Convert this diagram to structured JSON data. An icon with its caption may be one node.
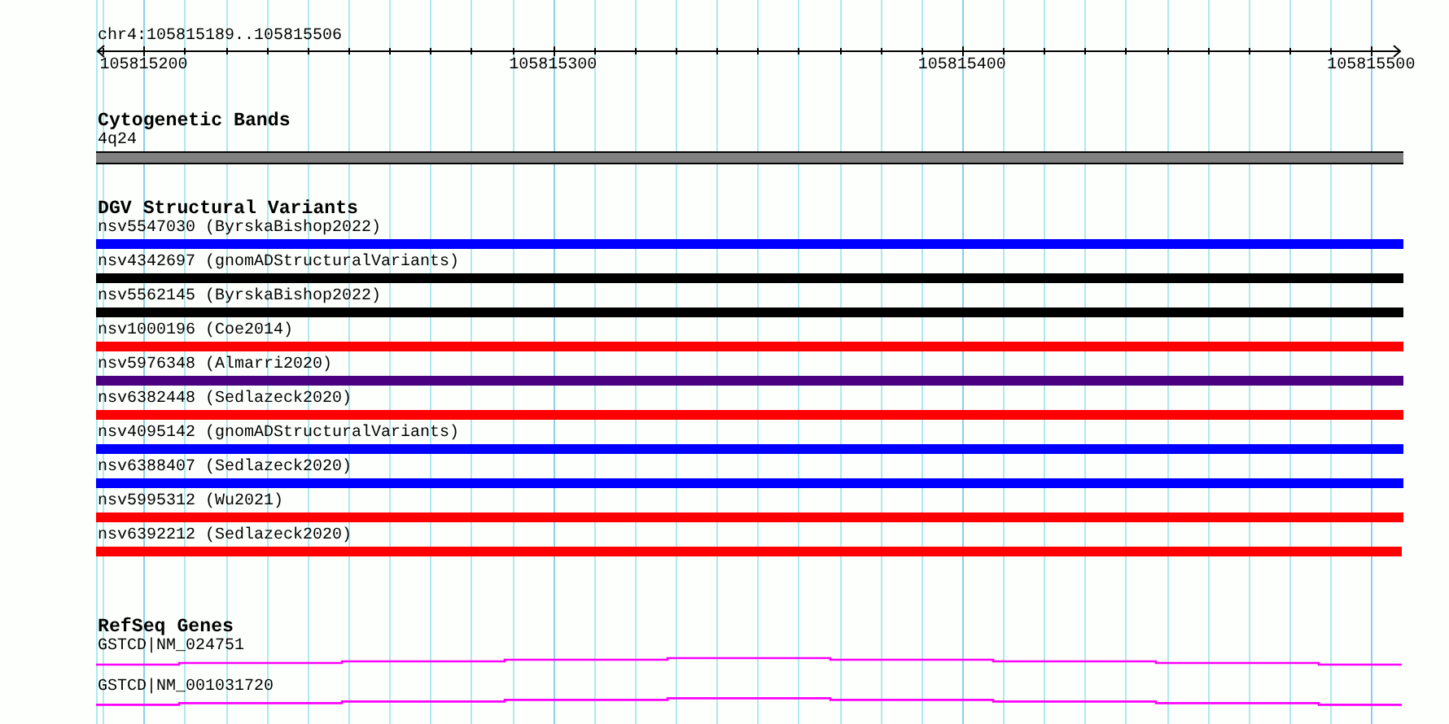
{
  "diagram": {
    "title": "chr4:105815189..105815506",
    "nodes": [
      {
        "text": [
          "4q24"
        ]
      },
      {
        "text": [
          "nsv5547030 (ByrskaBishop2022)"
        ]
      },
      {
        "text": [
          "nsv4342697 (gnomADStructuralVariants)"
        ]
      },
      {
        "text": [
          "nsv5562145 (ByrskaBishop2022)"
        ]
      },
      {
        "text": [
          "nsv1000196 (Coe2014)"
        ]
      },
      {
        "text": [
          "nsv5976348 (Almarri2020)"
        ]
      },
      {
        "text": [
          "nsv6382448 (Sedlazeck2020)"
        ]
      },
      {
        "text": [
          "nsv4095142 (gnomADStructuralVariants)"
        ]
      },
      {
        "text": [
          "nsv6388407 (Sedlazeck2020)"
        ]
      },
      {
        "text": [
          "nsv5995312 (Wu2021)"
        ]
      },
      {
        "text": [
          "nsv6392212 (Sedlazeck2020)"
        ]
      },
      {
        "text": [
          "GSTCD|NM_024751"
        ]
      },
      {
        "text": [
          "GSTCD|NM_001031720"
        ]
      }
    ],
    "labels": [
      "105815200",
      "105815300",
      "105815400",
      "105815500",
      "Cytogenetic Bands",
      "DGV Structural Variants",
      "RefSeq Genes"
    ]
  }
}
